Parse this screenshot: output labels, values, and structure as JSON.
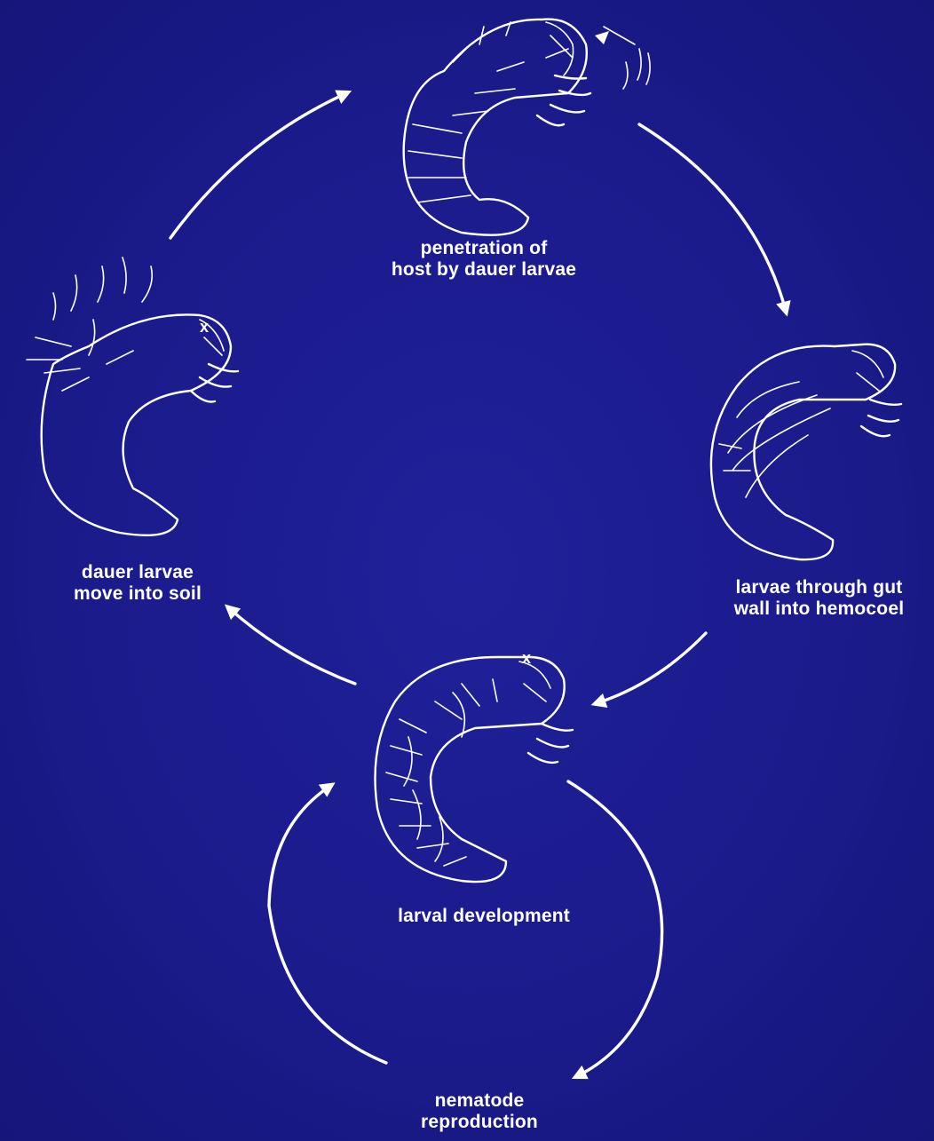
{
  "diagram": {
    "labels": {
      "penetration": "penetration of\nhost by dauer  larvae",
      "gut_wall": "larvae through gut\nwall  into hemocoel",
      "development": "larval  development",
      "reproduction": "nematode\nreproduction",
      "soil": "dauer larvae\nmove into soil"
    },
    "marker_x": "x",
    "colors": {
      "background": "#1b1b8c",
      "line": "#ffffff"
    }
  }
}
